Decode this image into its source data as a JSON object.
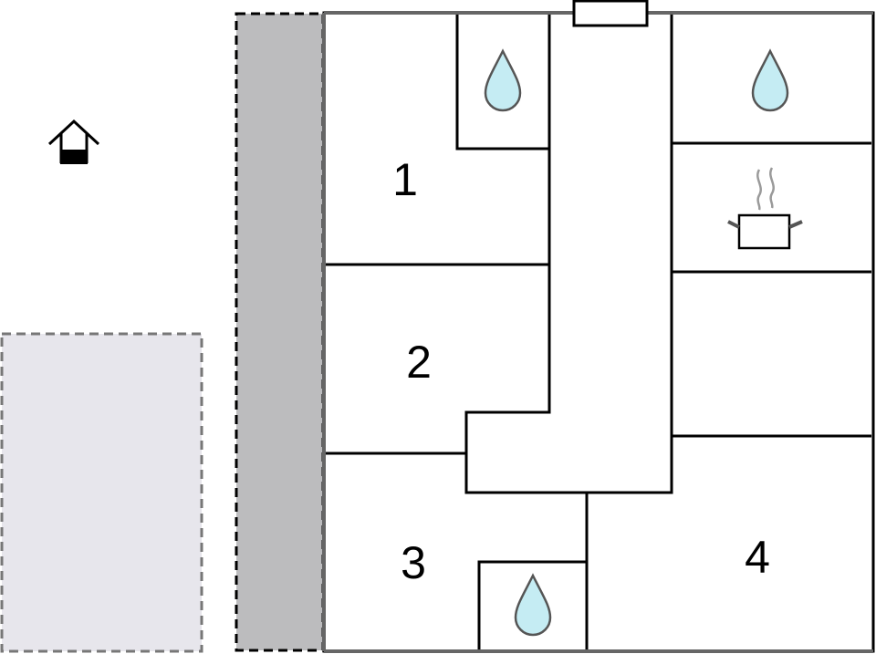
{
  "colors": {
    "wall": "#000000",
    "outer_wall": "#666666",
    "terrace": "#bcbcbe",
    "parking": "#e7e6ec",
    "water": "#c5ecf3",
    "icon_outline": "#555555",
    "steam": "#9a9a9a"
  },
  "rooms": {
    "room1": {
      "label": "1"
    },
    "room2": {
      "label": "2"
    },
    "room3": {
      "label": "3"
    },
    "room4": {
      "label": "4"
    }
  },
  "icons": {
    "bathroom_1": "water-drop-icon",
    "bathroom_2": "water-drop-icon",
    "bathroom_3": "water-drop-icon",
    "kitchen": "cooking-pot-icon",
    "well": "well-icon",
    "entrance": "entrance-door-icon"
  }
}
